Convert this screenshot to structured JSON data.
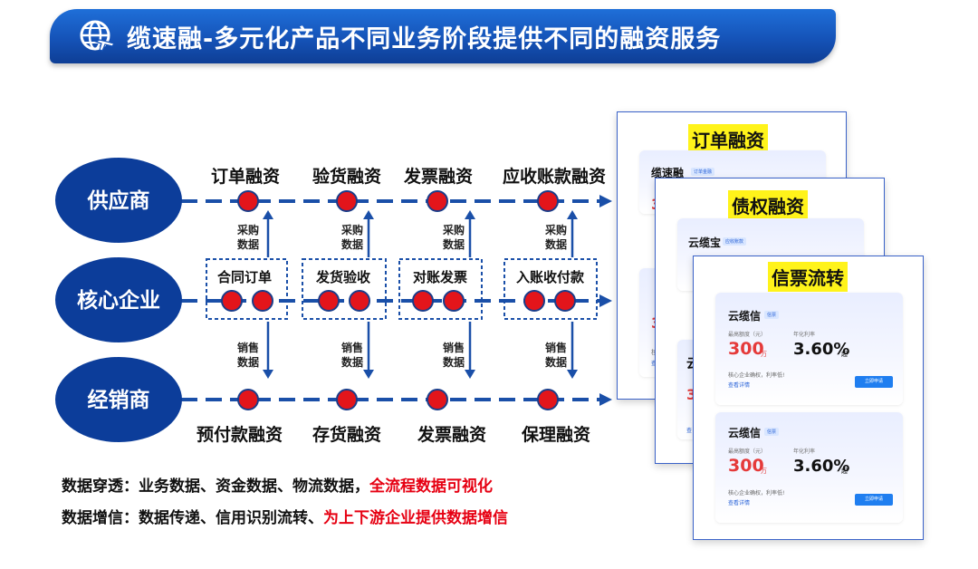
{
  "header": {
    "title": "缆速融-多元化产品不同业务阶段提供不同的融资服务",
    "icon": "globe-plane-icon"
  },
  "actors": {
    "supplier": "供应商",
    "core": "核心企业",
    "distributor": "经销商"
  },
  "top_stages": [
    "订单融资",
    "验货融资",
    "发票融资",
    "应收账款融资"
  ],
  "bottom_stages": [
    "预付款融资",
    "存货融资",
    "发票融资",
    "保理融资"
  ],
  "core_boxes": [
    "合同订单",
    "发货验收",
    "对账发票",
    "入账收付款"
  ],
  "purchase_label": [
    "采购",
    "数据"
  ],
  "sales_label": [
    "销售",
    "数据"
  ],
  "notes": {
    "line1_prefix": "数据穿透：业务数据、资金数据、物流数据，",
    "line1_highlight": "全流程数据可视化",
    "line2_prefix": "数据增信：数据传递、信用识别流转、",
    "line2_highlight": "为上下游企业提供数据增信"
  },
  "cards": {
    "order": {
      "title": "订单融资",
      "product": "缆速融",
      "tag": "订单金融",
      "peek_limit": "3",
      "peek_link": "查",
      "peek_sub": "核"
    },
    "debt": {
      "title": "债权融资",
      "product": "云缆宝",
      "tag": "应收账款",
      "peek_limit": "3",
      "peek_link": "查"
    },
    "bill": {
      "title": "信票流转",
      "products": [
        {
          "name": "云缆信",
          "tag": "信票",
          "limit_label": "最高额度（元）",
          "limit_value": "300",
          "limit_unit": "万",
          "rate_label": "年化利率",
          "rate_value": "3.60%",
          "rate_unit": "起",
          "desc": "核心企业确权，利率低!",
          "link": "查看详情",
          "button": "立即申请"
        },
        {
          "name": "云缆信",
          "tag": "信票",
          "limit_label": "最高额度（元）",
          "limit_value": "300",
          "limit_unit": "万",
          "rate_label": "年化利率",
          "rate_value": "3.60%",
          "rate_unit": "起",
          "desc": "核心企业确权，利率低!",
          "link": "查看详情",
          "button": "立即申请"
        }
      ]
    }
  },
  "colors": {
    "banner": "#1553b8",
    "actor_fill": "#0c3d9a",
    "flow_line": "#1a4fa8",
    "node_red": "#e3151b",
    "highlight_red": "#e60012",
    "title_highlight": "#fff31a"
  }
}
